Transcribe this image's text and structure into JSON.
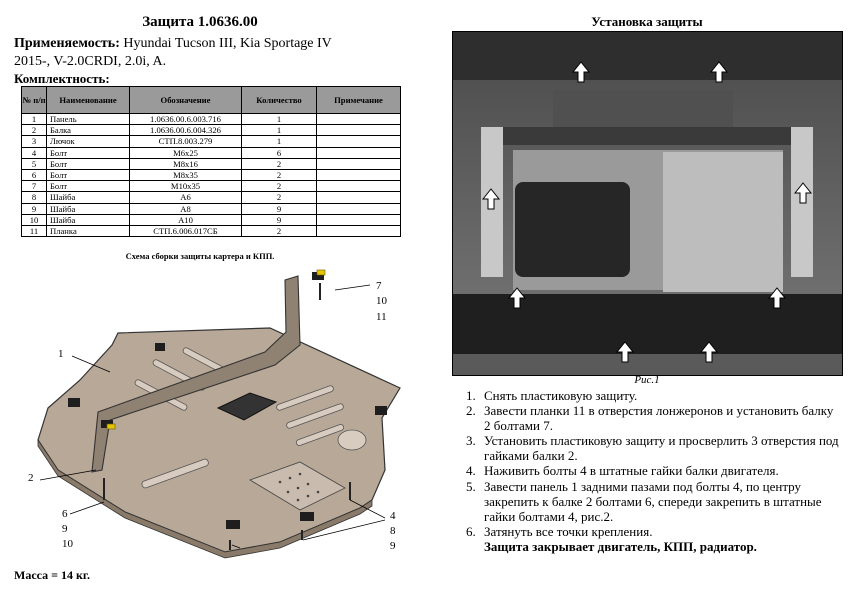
{
  "title": "Защита 1.0636.00",
  "applicability": {
    "label": "Применяемость:",
    "line1": "Hyundai Tucson III, Kia Sportage IV",
    "line2": "2015-, V-2.0CRDI, 2.0i, A."
  },
  "kit_label": "Комплектность:",
  "table": {
    "headers": [
      "№ п/п",
      "Наименование",
      "Обозначение",
      "Количество",
      "Примечание"
    ],
    "rows": [
      [
        "1",
        "Панель",
        "1.0636.00.6.003.716",
        "1",
        ""
      ],
      [
        "2",
        "Балка",
        "1.0636.00.6.004.326",
        "1",
        ""
      ],
      [
        "3",
        "Лючок",
        "СТП.8.003.279",
        "1",
        ""
      ],
      [
        "4",
        "Болт",
        "М6х25",
        "6",
        ""
      ],
      [
        "5",
        "Болт",
        "М8х16",
        "2",
        ""
      ],
      [
        "6",
        "Болт",
        "М8х35",
        "2",
        ""
      ],
      [
        "7",
        "Болт",
        "М10х35",
        "2",
        ""
      ],
      [
        "8",
        "Шайба",
        "А6",
        "2",
        ""
      ],
      [
        "9",
        "Шайба",
        "А8",
        "9",
        ""
      ],
      [
        "10",
        "Шайба",
        "А10",
        "9",
        ""
      ],
      [
        "11",
        "Планка",
        "СТП.6.006.017СБ",
        "2",
        ""
      ]
    ]
  },
  "scheme_caption": "Схема сборки защиты картера и КПП.",
  "callouts": {
    "c1": "1",
    "c2": "2",
    "c7": "7",
    "c10a": "10",
    "c11": "11",
    "c6": "6",
    "c9a": "9",
    "c10b": "10",
    "c4": "4",
    "c8": "8",
    "c9b": "9"
  },
  "mass": "Масса = 14 кг.",
  "install_title": "Установка защиты",
  "figure_caption": "Рис.1",
  "steps": [
    {
      "n": "1.",
      "text": "Снять пластиковую защиту."
    },
    {
      "n": "2.",
      "text": "Завести планки 11 в отверстия лонжеронов и установить балку 2 болтами 7."
    },
    {
      "n": "3.",
      "text": "Установить пластиковую защиту и просверлить 3 отверстия под гайками балки 2."
    },
    {
      "n": "4.",
      "text": "Наживить болты 4 в штатные гайки балки двигателя."
    },
    {
      "n": "5.",
      "text": "Завести панель 1 задними пазами под болты 4, по центру закрепить к балке 2 болтами 6, спереди закрепить в штатные гайки болтами 4, рис.2."
    },
    {
      "n": "6.",
      "text": "Затянуть все точки крепления."
    }
  ],
  "closing": "Защита закрывает двигатель, КПП, радиатор."
}
